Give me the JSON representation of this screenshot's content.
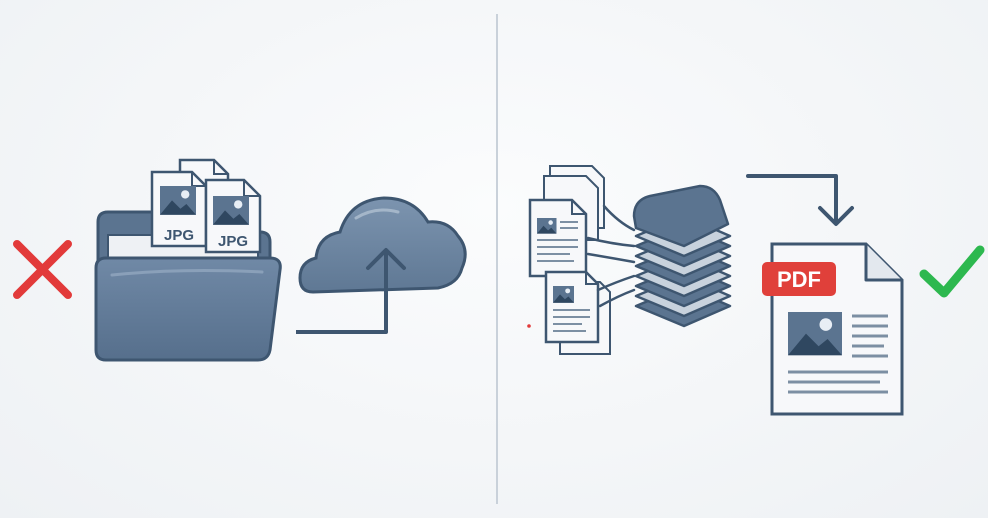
{
  "left_panel": {
    "file_labels": [
      "JPG",
      "JPG"
    ],
    "status_icon": "x-mark-icon",
    "status_color": "#e23a3a"
  },
  "right_panel": {
    "output_label": "PDF",
    "status_icon": "checkmark-icon",
    "status_color": "#2db84f",
    "badge_color": "#e0403a"
  },
  "colors": {
    "primary": "#5b7490",
    "outline": "#3e5670",
    "paper": "#f7f8fa"
  }
}
